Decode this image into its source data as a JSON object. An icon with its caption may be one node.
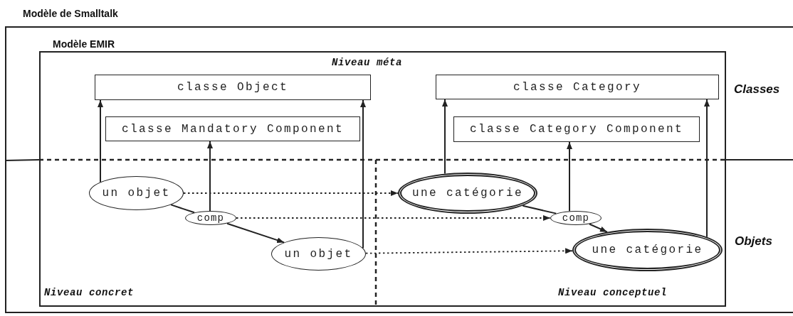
{
  "diagram": {
    "nodes": [
      {
        "text": [
          "Modèle de Smalltalk"
        ]
      },
      {
        "text": [
          "Modèle EMIR"
        ],
        "in": 0
      },
      {
        "text": [
          "classe Object"
        ],
        "in": 1
      },
      {
        "text": [
          "classe Mandatory Component"
        ],
        "in": 1
      },
      {
        "text": [
          "classe Category"
        ],
        "in": 1
      },
      {
        "text": [
          "classe Category Component"
        ],
        "in": 1
      },
      {
        "text": [
          "un objet"
        ],
        "in": 1
      },
      {
        "text": [
          "comp"
        ],
        "in": 1
      },
      {
        "text": [
          "un objet"
        ],
        "in": 1
      },
      {
        "text": [
          "une catégorie"
        ],
        "in": 1
      },
      {
        "text": [
          "comp"
        ],
        "in": 1
      },
      {
        "text": [
          "une catégorie"
        ],
        "in": 1
      }
    ],
    "edges": [
      {
        "from": 6,
        "to": 2,
        "arrow": "to"
      },
      {
        "from": 7,
        "to": 3,
        "arrow": "to"
      },
      {
        "from": 8,
        "to": 2,
        "arrow": "to"
      },
      {
        "from": 9,
        "to": 4,
        "arrow": "to"
      },
      {
        "from": 10,
        "to": 5,
        "arrow": "to"
      },
      {
        "from": 11,
        "to": 4,
        "arrow": "to"
      },
      {
        "from": 6,
        "to": 7,
        "arrow": "none"
      },
      {
        "from": 7,
        "to": 8,
        "arrow": "to"
      },
      {
        "from": 9,
        "to": 10,
        "arrow": "none"
      },
      {
        "from": 10,
        "to": 11,
        "arrow": "to"
      },
      {
        "from": 6,
        "to": 9,
        "arrow": "to",
        "style": "dashed"
      },
      {
        "from": 7,
        "to": 10,
        "arrow": "to",
        "style": "dashed"
      },
      {
        "from": 8,
        "to": 11,
        "arrow": "to",
        "style": "dashed"
      }
    ],
    "labels": [
      "Niveau méta",
      "Classes",
      "Objets",
      "Niveau concret",
      "Niveau conceptuel"
    ]
  }
}
